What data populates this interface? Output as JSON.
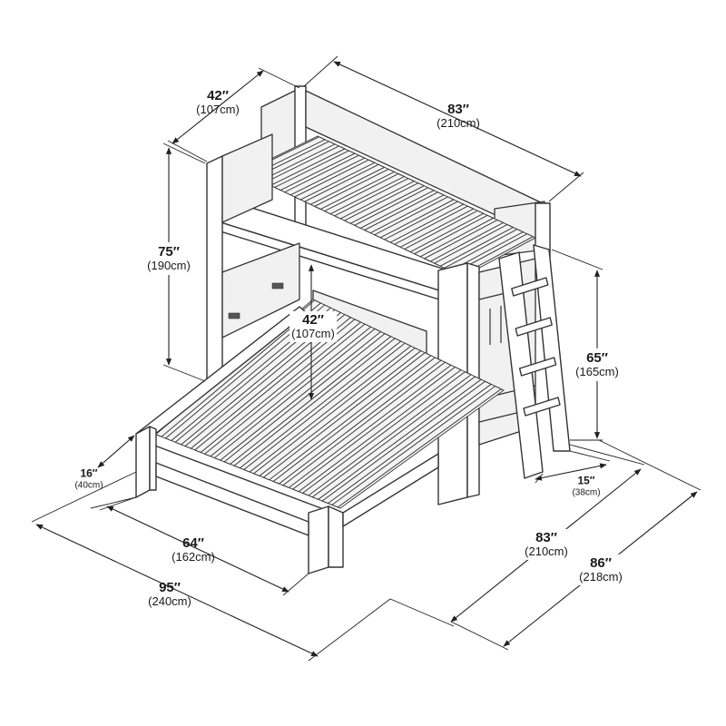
{
  "dimensions": {
    "top_width": {
      "value": "42″",
      "metric": "(107cm)"
    },
    "top_length": {
      "value": "83″",
      "metric": "(210cm)"
    },
    "total_height": {
      "value": "75″",
      "metric": "(190cm)"
    },
    "clearance": {
      "value": "42″",
      "metric": "(107cm)"
    },
    "ladder_height": {
      "value": "65″",
      "metric": "(165cm)"
    },
    "bottom_height": {
      "value": "16″",
      "metric": "(40cm)"
    },
    "bottom_width": {
      "value": "64″",
      "metric": "(162cm)"
    },
    "total_length": {
      "value": "95″",
      "metric": "(240cm)"
    },
    "ladder_depth": {
      "value": "15″",
      "metric": "(38cm)"
    },
    "frame_length": {
      "value": "83″",
      "metric": "(210cm)"
    },
    "total_depth": {
      "value": "86″",
      "metric": "(218cm)"
    }
  }
}
